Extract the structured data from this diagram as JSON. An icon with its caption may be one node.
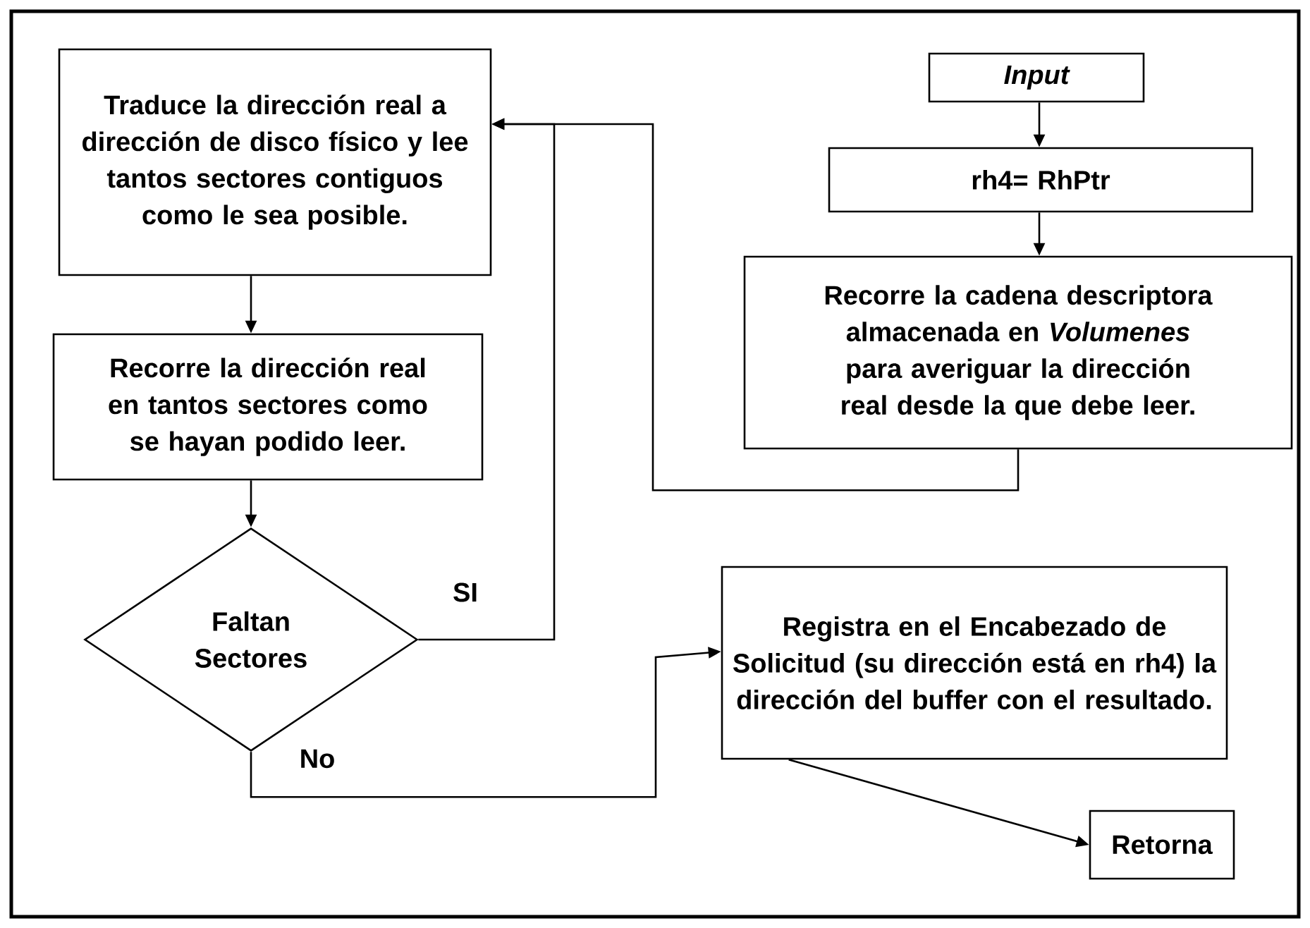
{
  "diagram": {
    "nodes": [
      {
        "text": [
          "Traduce la dirección real a dirección de disco físico y lee tantos sectores contiguos como le sea posible."
        ]
      },
      {
        "text": [
          "Recorre la dirección real en tantos sectores como se hayan podido leer."
        ]
      },
      {
        "text": [
          "Faltan Sectores"
        ]
      },
      {
        "text": [
          "Input"
        ]
      },
      {
        "text": [
          "rh4= RhPtr"
        ]
      },
      {
        "text": [
          "Recorre la cadena descriptora almacenada en *Volumenes* para averiguar la dirección real desde la que debe leer."
        ]
      },
      {
        "text": [
          "Registra en el Encabezado de Solicitud (su dirección está en rh4) la dirección del buffer con el resultado."
        ]
      },
      {
        "text": [
          "Retorna"
        ]
      }
    ],
    "edges": [
      {
        "from": 3,
        "to": 4,
        "arrow": "to"
      },
      {
        "from": 4,
        "to": 5,
        "arrow": "to"
      },
      {
        "from": 5,
        "to": 0,
        "arrow": "to"
      },
      {
        "from": 0,
        "to": 1,
        "arrow": "to"
      },
      {
        "from": 1,
        "to": 2,
        "arrow": "to"
      },
      {
        "from": 2,
        "to": 0,
        "arrow": "to",
        "label": "SI"
      },
      {
        "from": 2,
        "to": 6,
        "arrow": "to",
        "label": "No"
      },
      {
        "from": 6,
        "to": 7,
        "arrow": "to"
      }
    ]
  }
}
